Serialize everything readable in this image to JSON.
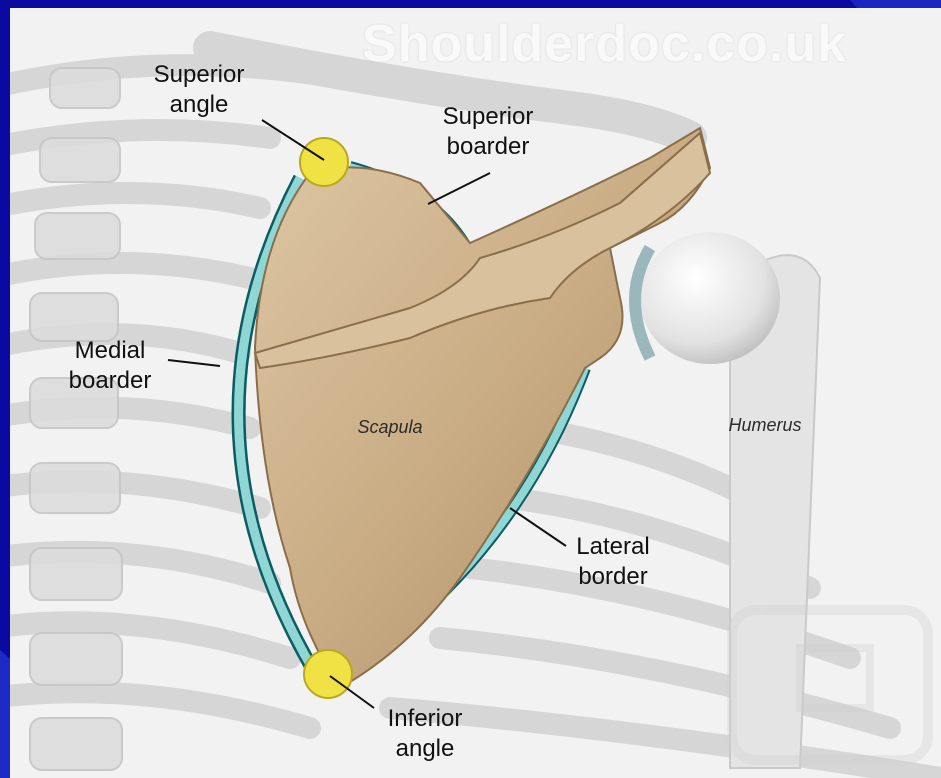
{
  "watermark": "Shoulderdoc.co.uk",
  "labels": {
    "superior_angle": [
      "Superior",
      "angle"
    ],
    "superior_border": [
      "Superior",
      "boarder"
    ],
    "medial_border": [
      "Medial",
      "boarder"
    ],
    "scapula": "Scapula",
    "humerus": "Humerus",
    "lateral_border": [
      "Lateral",
      "border"
    ],
    "inferior_angle": [
      "Inferior",
      "angle"
    ]
  },
  "colors": {
    "frame": "#0a0aa0",
    "bone": "#c8ae8a",
    "border_highlight": "#8fd6d4",
    "angle_marker": "#f0e245"
  }
}
